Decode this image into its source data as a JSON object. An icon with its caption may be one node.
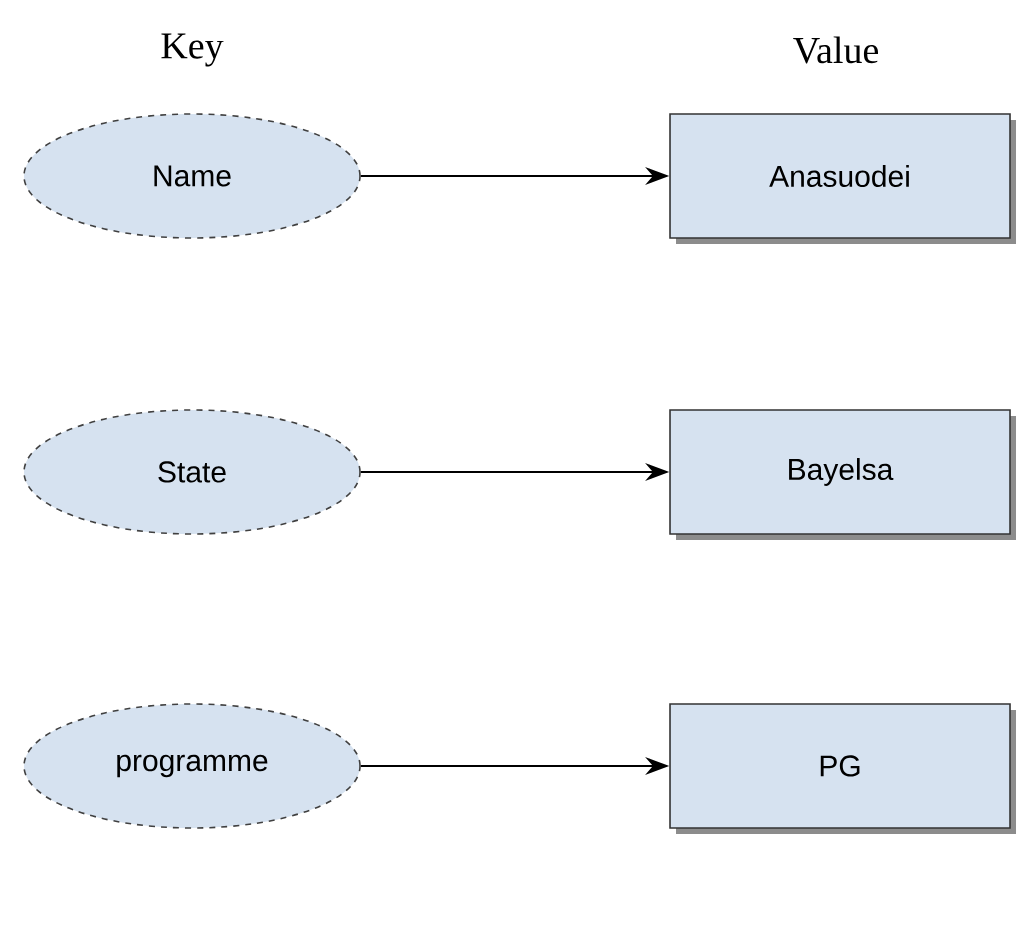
{
  "diagram": {
    "nodes": [
      {
        "text": [
          "Name"
        ]
      },
      {
        "text": [
          "Anasuodei"
        ]
      },
      {
        "text": [
          "State"
        ]
      },
      {
        "text": [
          "Bayelsa"
        ]
      },
      {
        "text": [
          "programme"
        ]
      },
      {
        "text": [
          "PG"
        ]
      }
    ],
    "edges": [
      {
        "from": 0,
        "to": 1,
        "arrow": "to"
      },
      {
        "from": 2,
        "to": 3,
        "arrow": "to"
      },
      {
        "from": 4,
        "to": 5,
        "arrow": "to"
      }
    ],
    "labels": [
      "Key",
      "Value"
    ]
  }
}
